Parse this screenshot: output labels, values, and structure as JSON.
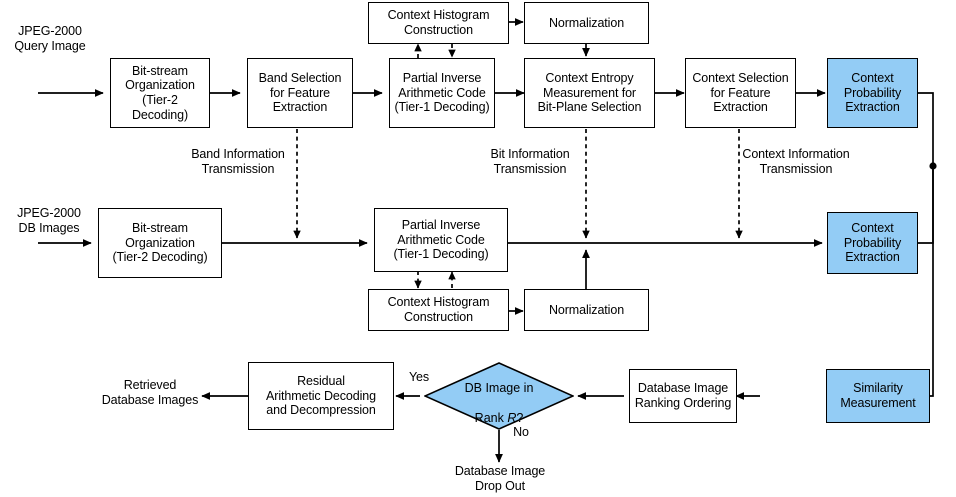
{
  "diagram": {
    "title": "JPEG-2000 compressed-domain image retrieval flowchart",
    "colors": {
      "box_fill": "#ffffff",
      "highlight_fill": "#93ccf5",
      "stroke": "#000000"
    },
    "inputs": [
      {
        "id": "query-input",
        "label": "JPEG-2000\nQuery Image"
      },
      {
        "id": "db-input",
        "label": "JPEG-2000\nDB Images"
      }
    ],
    "outputs": [
      {
        "id": "retrieved-output",
        "label": "Retrieved\nDatabase Images"
      },
      {
        "id": "dropout-output",
        "label": "Database Image\nDrop Out"
      }
    ],
    "nodes": [
      {
        "id": "query-bitstream",
        "label": "Bit-stream\nOrganization\n(Tier-2 Decoding)",
        "highlight": false
      },
      {
        "id": "band-selection",
        "label": "Band Selection\nfor Feature\nExtraction",
        "highlight": false
      },
      {
        "id": "query-partial-inverse",
        "label": "Partial Inverse\nArithmetic Code\n(Tier-1 Decoding)",
        "highlight": false
      },
      {
        "id": "query-histogram",
        "label": "Context Histogram\nConstruction",
        "highlight": false
      },
      {
        "id": "query-normalization",
        "label": "Normalization",
        "highlight": false
      },
      {
        "id": "context-entropy",
        "label": "Context Entropy\nMeasurement for\nBit-Plane Selection",
        "highlight": false
      },
      {
        "id": "context-selection",
        "label": "Context Selection\nfor Feature\nExtraction",
        "highlight": false
      },
      {
        "id": "query-context-probability",
        "label": "Context\nProbability\nExtraction",
        "highlight": true
      },
      {
        "id": "db-bitstream",
        "label": "Bit-stream\nOrganization\n(Tier-2 Decoding)",
        "highlight": false
      },
      {
        "id": "db-partial-inverse",
        "label": "Partial Inverse\nArithmetic Code\n(Tier-1 Decoding)",
        "highlight": false
      },
      {
        "id": "db-histogram",
        "label": "Context Histogram\nConstruction",
        "highlight": false
      },
      {
        "id": "db-normalization",
        "label": "Normalization",
        "highlight": false
      },
      {
        "id": "db-context-probability",
        "label": "Context\nProbability\nExtraction",
        "highlight": true
      },
      {
        "id": "similarity-measurement",
        "label": "Similarity\nMeasurement",
        "highlight": true
      },
      {
        "id": "ranking-ordering",
        "label": "Database Image\nRanking Ordering",
        "highlight": false
      },
      {
        "id": "residual-decoding",
        "label": "Residual\nArithmetic Decoding\nand Decompression",
        "highlight": false
      }
    ],
    "decision": {
      "id": "rank-decision",
      "label_line1": "DB Image in",
      "label_line2_prefix": "Rank ",
      "label_line2_italic": "R",
      "label_line2_suffix": "?",
      "yes_label": "Yes",
      "no_label": "No",
      "highlight": true
    },
    "transmissions": [
      {
        "id": "band-information",
        "label": "Band Information\nTransmission"
      },
      {
        "id": "bit-information",
        "label": "Bit Information\nTransmission"
      },
      {
        "id": "context-information",
        "label": "Context Information\nTransmission"
      }
    ]
  }
}
